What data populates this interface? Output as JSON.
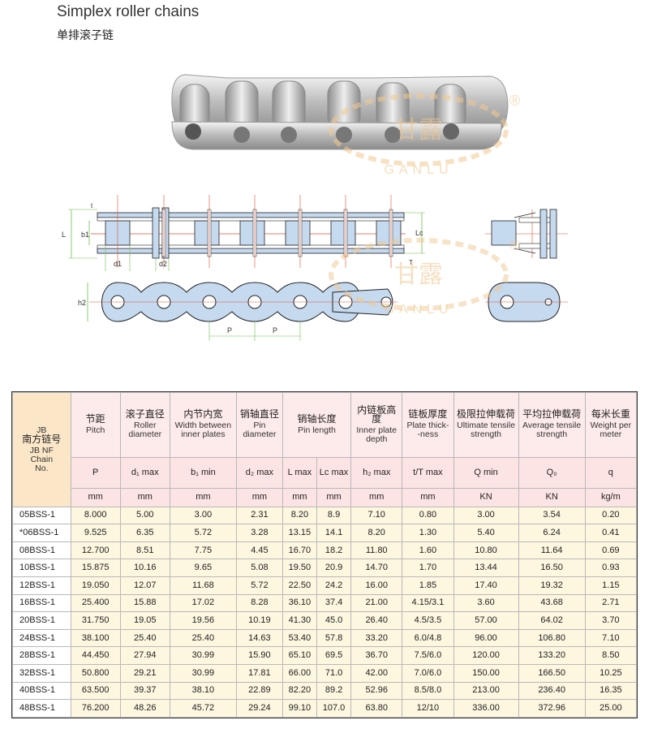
{
  "title": "Simplex roller chains",
  "subtitle": "单排滚子链",
  "watermark": {
    "cn": "甘露",
    "en": "GANLU",
    "mark": "®"
  },
  "diagram": {
    "labels": {
      "L": "L",
      "b1": "b1",
      "t": "t",
      "d1": "d1",
      "d2": "d2",
      "Lc": "Lc",
      "T": "T",
      "h2": "h2",
      "P1": "P",
      "P2": "P"
    }
  },
  "table": {
    "model_header": {
      "cn1": "JB",
      "cn2": "南方链号",
      "en1": "JB NF",
      "en2": "Chain",
      "en3": "No."
    },
    "columns": [
      {
        "cn": "节距",
        "en": "Pitch",
        "sym": "P",
        "unit": "mm"
      },
      {
        "cn": "滚子直径",
        "en": "Roller diameter",
        "sym": "d₁ max",
        "unit": "mm"
      },
      {
        "cn": "内节内宽",
        "en": "Width between inner plates",
        "sym": "b₁ min",
        "unit": "mm"
      },
      {
        "cn": "销轴直径",
        "en": "Pin diameter",
        "sym": "d₂ max",
        "unit": "mm"
      },
      {
        "cn": "销轴长度",
        "en": "Pin length",
        "sym": "L max",
        "unit": "mm",
        "sym2": "Lc max"
      },
      {
        "cn": "内链板高度",
        "en": "Inner plate depth",
        "sym": "h₂ max",
        "unit": "mm"
      },
      {
        "cn": "链板厚度",
        "en": "Plate thick- -ness",
        "sym": "t/T max",
        "unit": "mm"
      },
      {
        "cn": "极限拉伸载荷",
        "en": "Ultimate tensile strength",
        "sym": "Q min",
        "unit": "KN"
      },
      {
        "cn": "平均拉伸载荷",
        "en": "Average tensile strength",
        "sym": "Q₀",
        "unit": "KN"
      },
      {
        "cn": "每米长重",
        "en": "Weight per meter",
        "sym": "q",
        "unit": "kg/m"
      }
    ],
    "rows": [
      [
        "05BSS-1",
        "8.000",
        "5.00",
        "3.00",
        "2.31",
        "8.20",
        "8.9",
        "7.10",
        "0.80",
        "3.00",
        "3.54",
        "0.20"
      ],
      [
        "*06BSS-1",
        "9.525",
        "6.35",
        "5.72",
        "3.28",
        "13.15",
        "14.1",
        "8.20",
        "1.30",
        "5.40",
        "6.24",
        "0.41"
      ],
      [
        "08BSS-1",
        "12.700",
        "8.51",
        "7.75",
        "4.45",
        "16.70",
        "18.2",
        "11.80",
        "1.60",
        "10.80",
        "11.64",
        "0.69"
      ],
      [
        "10BSS-1",
        "15.875",
        "10.16",
        "9.65",
        "5.08",
        "19.50",
        "20.9",
        "14.70",
        "1.70",
        "13.44",
        "16.50",
        "0.93"
      ],
      [
        "12BSS-1",
        "19.050",
        "12.07",
        "11.68",
        "5.72",
        "22.50",
        "24.2",
        "16.00",
        "1.85",
        "17.40",
        "19.32",
        "1.15"
      ],
      [
        "16BSS-1",
        "25.400",
        "15.88",
        "17.02",
        "8.28",
        "36.10",
        "37.4",
        "21.00",
        "4.15/3.1",
        "3.60",
        "43.68",
        "2.71"
      ],
      [
        "20BSS-1",
        "31.750",
        "19.05",
        "19.56",
        "10.19",
        "41.30",
        "45.0",
        "26.40",
        "4.5/3.5",
        "57.00",
        "64.02",
        "3.70"
      ],
      [
        "24BSS-1",
        "38.100",
        "25.40",
        "25.40",
        "14.63",
        "53.40",
        "57.8",
        "33.20",
        "6.0/4.8",
        "96.00",
        "106.80",
        "7.10"
      ],
      [
        "28BSS-1",
        "44.450",
        "27.94",
        "30.99",
        "15.90",
        "65.10",
        "69.5",
        "36.70",
        "7.5/6.0",
        "120.00",
        "133.20",
        "8.50"
      ],
      [
        "32BSS-1",
        "50.800",
        "29.21",
        "30.99",
        "17.81",
        "66.00",
        "71.0",
        "42.00",
        "7.0/6.0",
        "150.00",
        "166.50",
        "10.25"
      ],
      [
        "40BSS-1",
        "63.500",
        "39.37",
        "38.10",
        "22.89",
        "82.20",
        "89.2",
        "52.96",
        "8.5/8.0",
        "213.00",
        "236.40",
        "16.35"
      ],
      [
        "48BSS-1",
        "76.200",
        "48.26",
        "45.72",
        "29.24",
        "99.10",
        "107.0",
        "63.80",
        "12/10",
        "336.00",
        "372.96",
        "25.00"
      ]
    ]
  },
  "colors": {
    "roller": "#c5d9ef",
    "outline": "#222222",
    "dim": "#6bbf4a",
    "center": "#e05030",
    "watermark": "#f0c890"
  }
}
